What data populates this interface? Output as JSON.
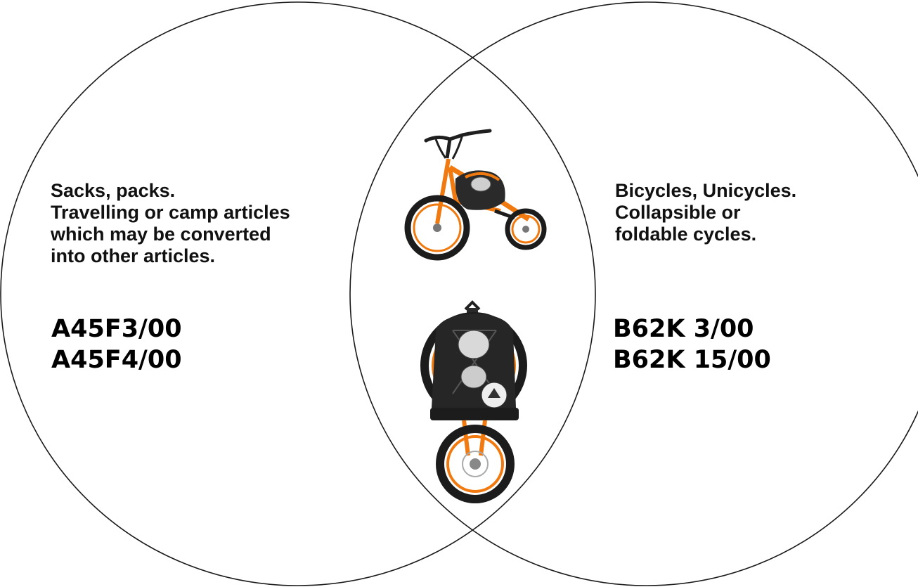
{
  "left_set": {
    "description_lines": [
      "Sacks, packs.",
      "Travelling or camp articles",
      "which may be converted",
      "into other articles."
    ],
    "codes": [
      "A45F3/00",
      "A45F4/00"
    ]
  },
  "right_set": {
    "description_lines": [
      "Bicycles, Unicycles.",
      "Collapsible or",
      "foldable cycles."
    ],
    "codes": [
      "B62K 3/00",
      "B62K 15/00"
    ]
  },
  "intersection": {
    "images": [
      {
        "name": "bicycle-with-backpack-image"
      },
      {
        "name": "folded-bicycle-backpack-image"
      }
    ]
  },
  "colors": {
    "outline": "#1a1a1a",
    "frame_orange": "#f07a10",
    "tire": "#1c1c1c",
    "bag": "#2a2a2a"
  }
}
